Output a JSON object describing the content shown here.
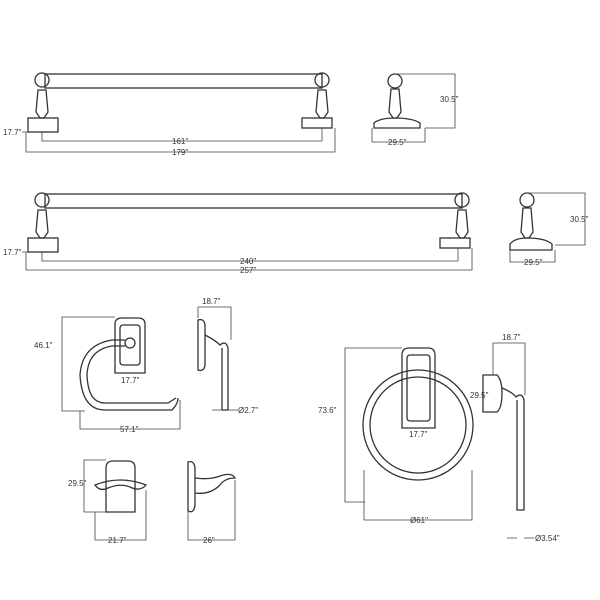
{
  "towel_bar_small": {
    "flange_height": "17.7\"",
    "inner_length": "161\"",
    "overall_length": "179\""
  },
  "towel_bar_small_side": {
    "height": "30.5\"",
    "base_width": "29.5\""
  },
  "towel_bar_large": {
    "flange_height": "17.7\"",
    "inner_length": "240\"",
    "overall_length": "257\""
  },
  "towel_bar_large_side": {
    "height": "30.5\"",
    "base_width": "29.5\""
  },
  "paper_holder": {
    "height": "46.1\"",
    "plate_width": "17.7\"",
    "overall_width": "57.1\""
  },
  "paper_holder_side": {
    "depth": "18.7\"",
    "rod_diameter": "Ø2.7\""
  },
  "robe_hook": {
    "height": "29.5\"",
    "width": "21.7\""
  },
  "robe_hook_side": {
    "depth": "26\""
  },
  "towel_ring": {
    "height": "73.6\"",
    "plate_width": "17.7\"",
    "ring_diameter": "Ø61\""
  },
  "towel_ring_side": {
    "depth": "18.7\"",
    "plate_height": "29.5\"",
    "rod_diameter": "Ø3.54\""
  }
}
